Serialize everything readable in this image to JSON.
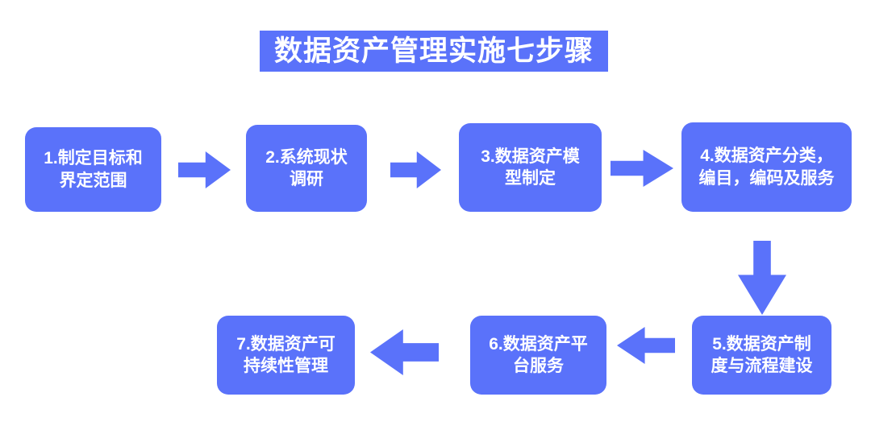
{
  "diagram": {
    "title": "数据资产管理实施七步骤",
    "accent_color": "#5a72fa",
    "text_color": "#ffffff",
    "background_color": "#ffffff",
    "type": "flowchart",
    "step_count": 7,
    "steps": [
      {
        "id": 1,
        "label": "1.制定目标和\n界定范围"
      },
      {
        "id": 2,
        "label": "2.系统现状\n调研"
      },
      {
        "id": 3,
        "label": "3.数据资产模\n型制定"
      },
      {
        "id": 4,
        "label": "4.数据资产分类，\n编目，编码及服务"
      },
      {
        "id": 5,
        "label": "5.数据资产制\n度与流程建设"
      },
      {
        "id": 6,
        "label": "6.数据资产平\n台服务"
      },
      {
        "id": 7,
        "label": "7.数据资产可\n持续性管理"
      }
    ],
    "connectors": [
      {
        "from": 1,
        "to": 2,
        "direction": "right"
      },
      {
        "from": 2,
        "to": 3,
        "direction": "right"
      },
      {
        "from": 3,
        "to": 4,
        "direction": "right"
      },
      {
        "from": 4,
        "to": 5,
        "direction": "down"
      },
      {
        "from": 5,
        "to": 6,
        "direction": "left"
      },
      {
        "from": 6,
        "to": 7,
        "direction": "left"
      }
    ]
  }
}
